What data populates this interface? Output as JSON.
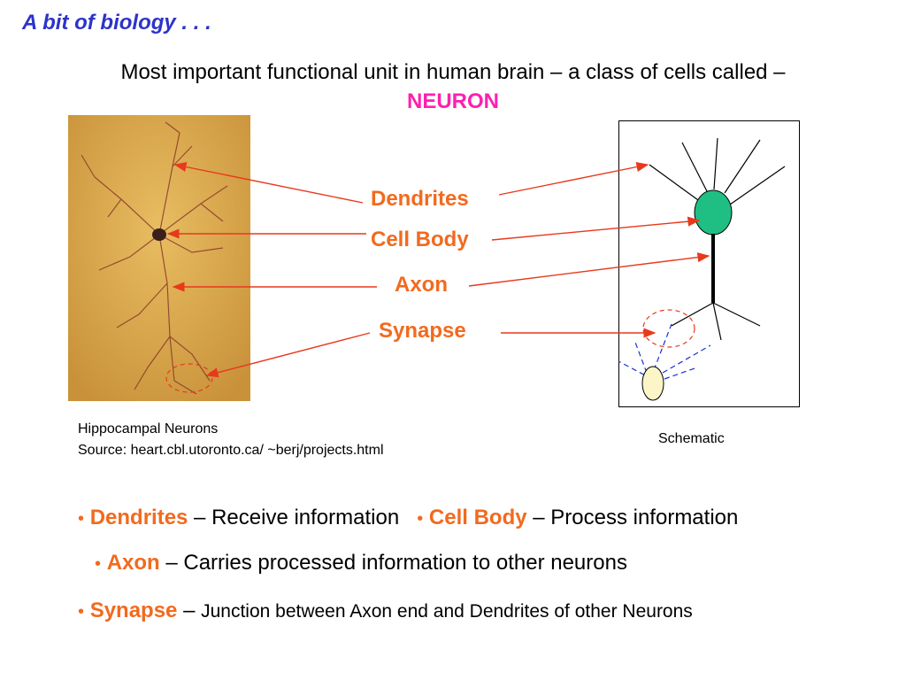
{
  "slide": {
    "heading": "A bit of biology . . .",
    "intro_text": "Most important functional unit in human brain – a class of cells called –",
    "highlight_word": "NEURON"
  },
  "diagram": {
    "labels": {
      "dendrites": "Dendrites",
      "cell_body": "Cell Body",
      "axon": "Axon",
      "synapse": "Synapse"
    },
    "photo_caption_line1": "Hippocampal Neurons",
    "photo_caption_line2": "Source:  heart.cbl.utoronto.ca/ ~berj/projects.html",
    "schematic_caption": "Schematic"
  },
  "bullets": {
    "row1": {
      "term_a": "Dendrites",
      "sep_a": " –  ",
      "desc_a": "Receive information",
      "term_b": "Cell Body",
      "sep_b": " –  ",
      "desc_b": "Process information"
    },
    "row2": {
      "term": "Axon",
      "sep": " –  ",
      "desc": "Carries processed information to other neurons"
    },
    "row3": {
      "term": "Synapse",
      "sep": " –  ",
      "desc": "Junction between Axon end and Dendrites of other Neurons"
    },
    "bullet_char": "•"
  },
  "colors": {
    "heading_blue": "#2d34c9",
    "highlight_pink": "#ff1fb0",
    "label_orange": "#f26a1e",
    "arrow_red": "#e8391d",
    "soma_green": "#1fbf84",
    "target_yellow": "#fbf5c8",
    "photo_tan": "#d9a84a"
  }
}
